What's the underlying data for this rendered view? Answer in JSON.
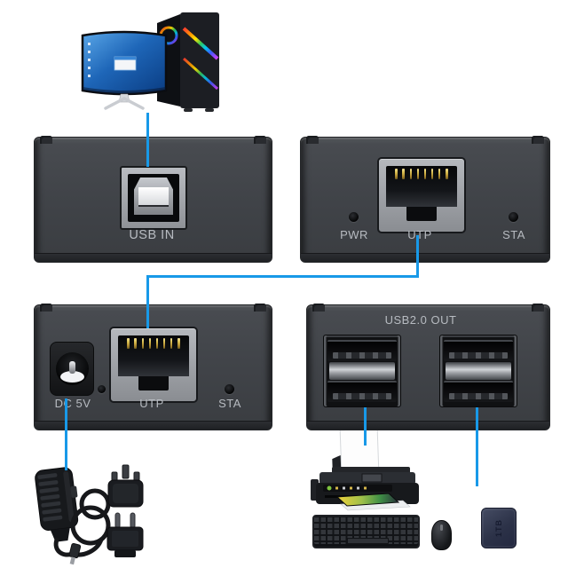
{
  "colors": {
    "accent_blue": "#1899e8",
    "device_body": "#404348",
    "label_text": "#b7bbc1",
    "rj45_pin_gold": "#d9bd4f"
  },
  "devices": {
    "local_usb_unit": {
      "usb_port_label": "USB IN"
    },
    "local_utp_unit": {
      "pwr_led_label": "PWR",
      "utp_port_label": "UTP",
      "sta_led_label": "STA"
    },
    "remote_utp_unit": {
      "dc_jack_label": "DC 5V",
      "utp_port_label": "UTP",
      "sta_led_label": "STA"
    },
    "remote_usb_unit": {
      "title": "USB2.0 OUT"
    }
  },
  "peripherals": {
    "computer_icon": "desktop-pc-with-monitor",
    "power_adapter_icon": "power-adapter-with-uk-eu-plugs",
    "printer_icon": "inkjet-printer",
    "keyboard_icon": "keyboard",
    "mouse_icon": "mouse",
    "hard_drive": {
      "label": "1TB"
    }
  }
}
